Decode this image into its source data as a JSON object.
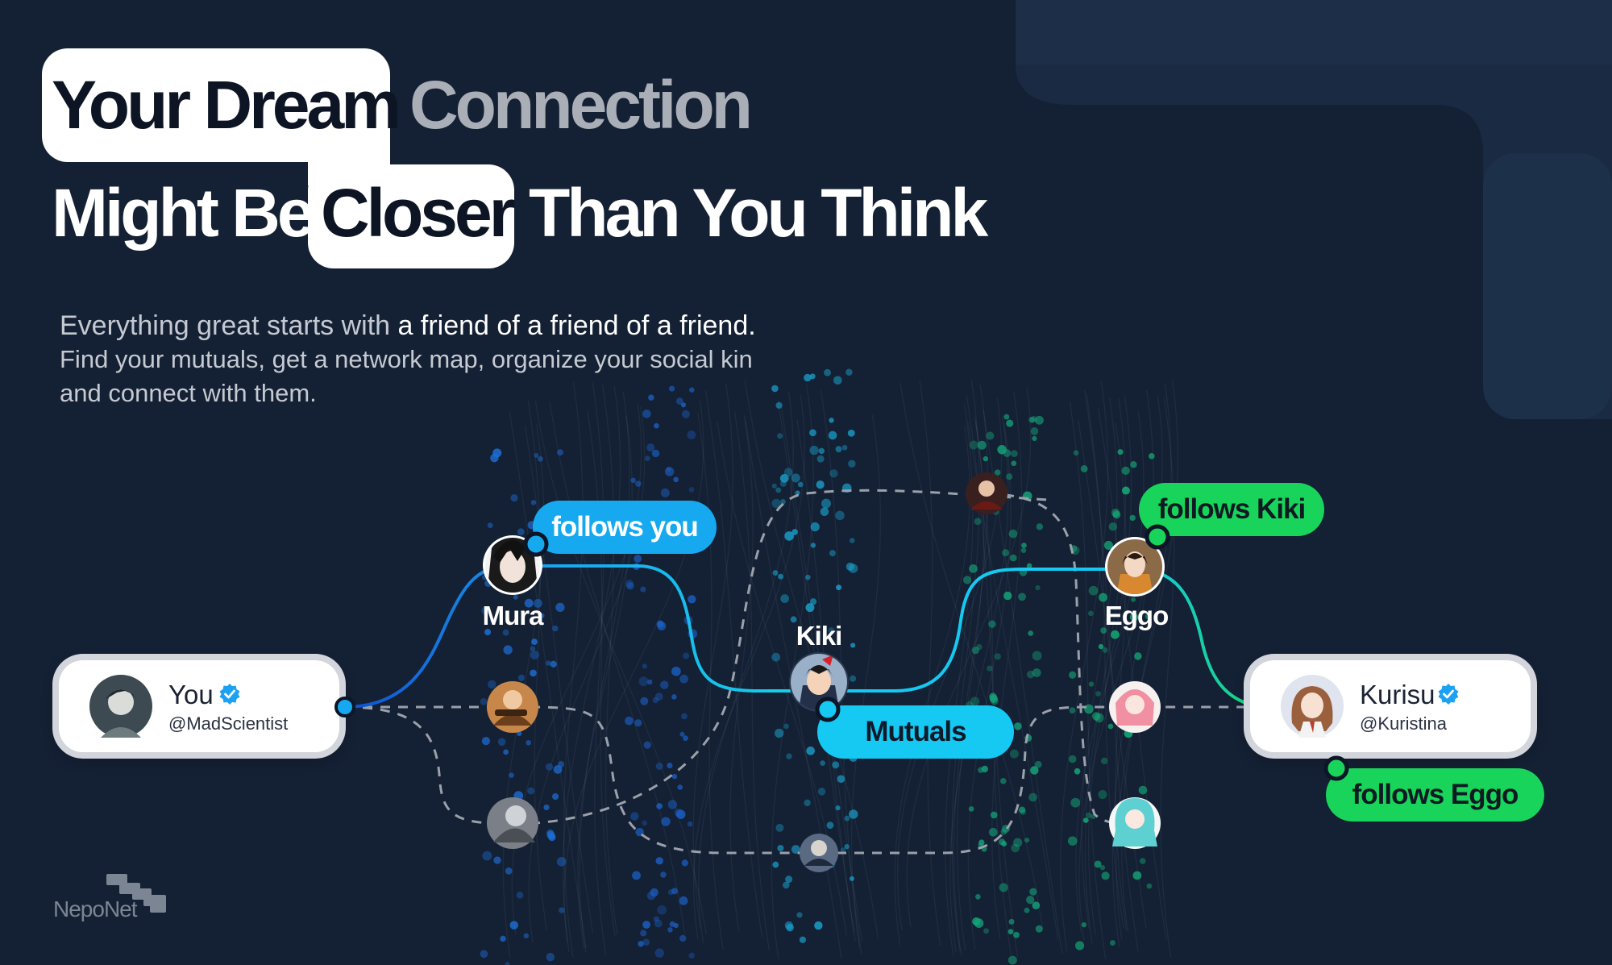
{
  "headline": {
    "w1": "Your Dream",
    "w2": "Connection",
    "w3": "Might Be",
    "w4": "Closer",
    "w5": "Than You Think"
  },
  "subtitle": {
    "l1a": "Everything great starts with ",
    "l1b": "a friend of a friend of a friend.",
    "l2": "Find your mutuals, get a network map, organize your social kin",
    "l3": "and connect with them."
  },
  "you_card": {
    "name": "You",
    "handle": "@MadScientist",
    "avatar": "user-avatar"
  },
  "target_card": {
    "name": "Kurisu",
    "handle": "@Kuristina",
    "avatar": "user-avatar"
  },
  "nodes": {
    "mura": "Mura",
    "kiki": "Kiki",
    "eggo": "Eggo"
  },
  "pills": {
    "follows_you": "follows you",
    "mutuals": "Mutuals",
    "follows_kiki": "follows Kiki",
    "follows_eggo": "follows Eggo"
  },
  "brand": {
    "name": "NepoNet"
  },
  "colors": {
    "background": "#142033",
    "blue": "#17a9ef",
    "cyan": "#16c9f2",
    "green": "#19d45a",
    "verified": "#1da1f2"
  }
}
